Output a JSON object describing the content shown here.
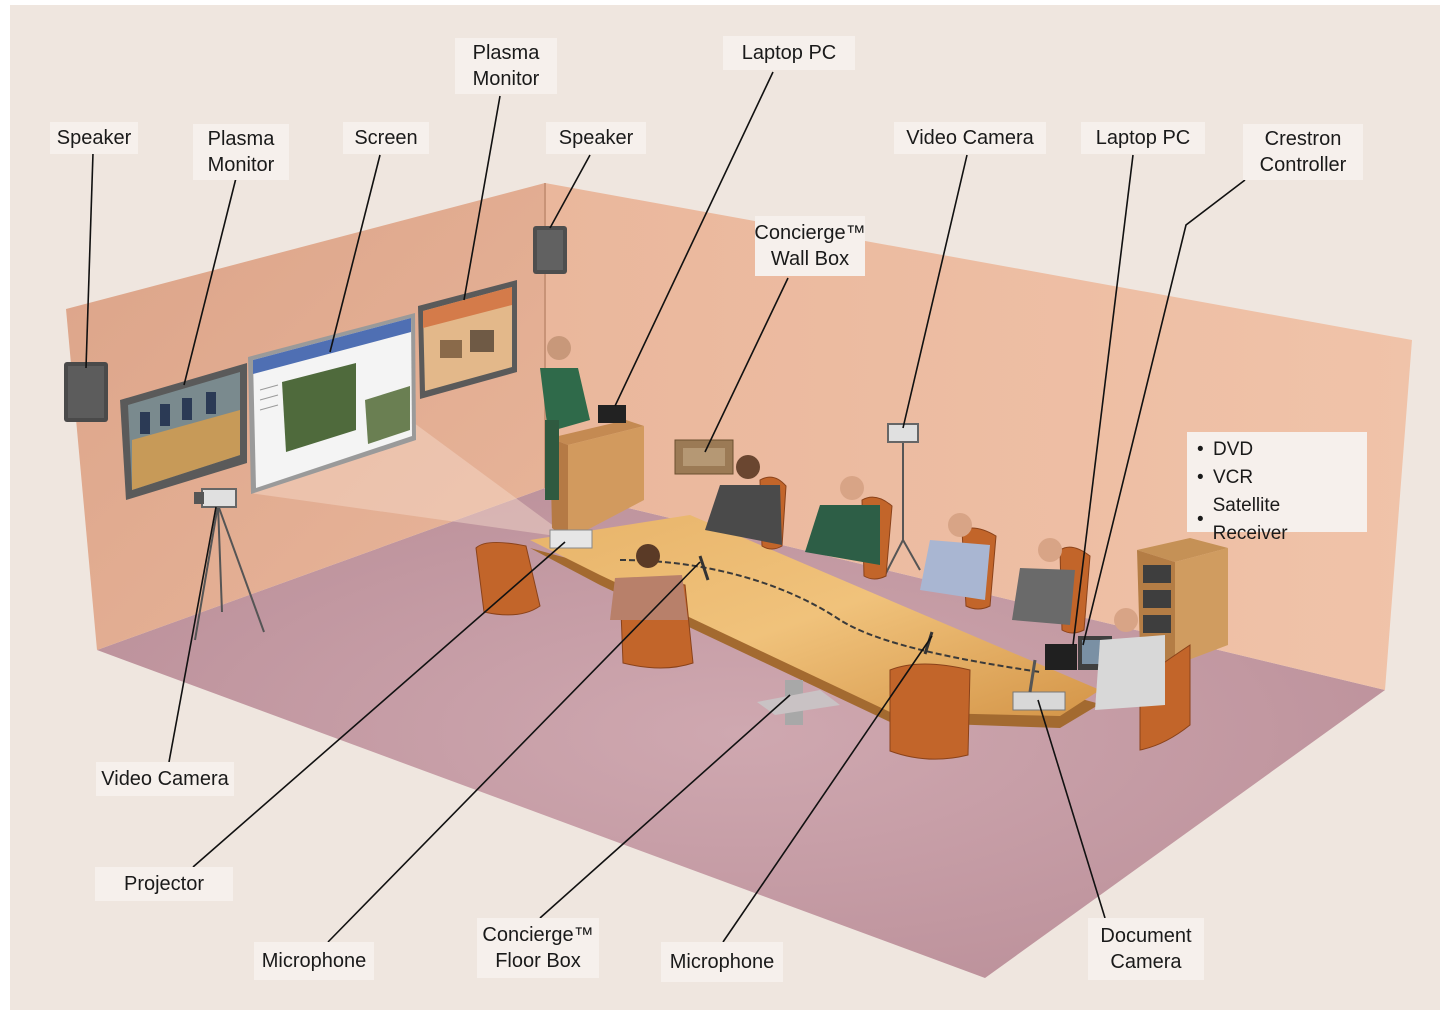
{
  "labels": {
    "speaker_left": "Speaker",
    "plasma_left": [
      "Plasma",
      "Monitor"
    ],
    "screen": "Screen",
    "plasma_top": [
      "Plasma",
      "Monitor"
    ],
    "speaker_center": "Speaker",
    "laptop_top": "Laptop PC",
    "concierge_wall": [
      "Concierge™",
      "Wall Box"
    ],
    "video_camera_top": "Video Camera",
    "laptop_right": "Laptop PC",
    "crestron": [
      "Crestron",
      "Controller"
    ],
    "video_camera_bottom": "Video Camera",
    "projector": "Projector",
    "microphone_left": "Microphone",
    "concierge_floor": [
      "Concierge™",
      "Floor Box"
    ],
    "microphone_right": "Microphone",
    "document_camera": [
      "Document",
      "Camera"
    ]
  },
  "av_rack_list": {
    "bullet": "•",
    "items": [
      "DVD",
      "VCR",
      "Satellite Receiver"
    ]
  },
  "colors": {
    "background": "#efe6df",
    "wall": "#e8b59a",
    "floor": "#caa2ab",
    "label_bg": "#f6f0ec",
    "table": "#e2a85a",
    "chair": "#c2652a"
  }
}
